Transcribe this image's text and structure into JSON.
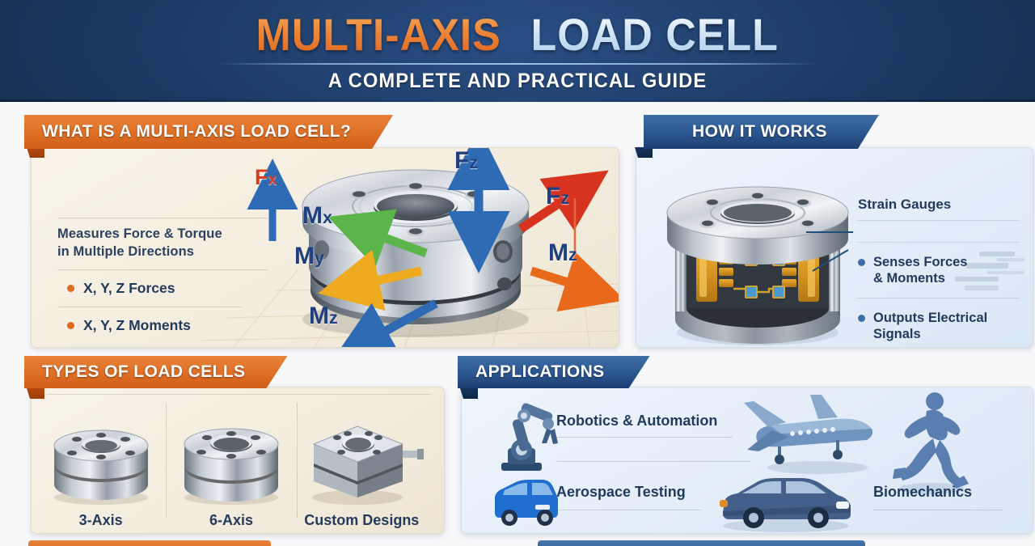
{
  "header": {
    "title_part1": "MULTI-AXIS",
    "title_part2": "LOAD CELL",
    "subtitle": "A COMPLETE AND PRACTICAL GUIDE",
    "colors": {
      "bg_dark": "#15294a",
      "orange": "#e0621e",
      "light_blue": "#a9cce9"
    }
  },
  "panel_what": {
    "banner": "WHAT IS A MULTI-AXIS LOAD CELL?",
    "lead_line1": "Measures Force & Torque",
    "lead_line2": "in Multiple Directions",
    "bullets": [
      {
        "label": "X, Y, Z Forces"
      },
      {
        "label": "X, Y, Z Moments"
      }
    ],
    "force_labels": [
      {
        "text": "Fx",
        "color": "#d93a20"
      },
      {
        "text": "Fz",
        "color": "#1f3f80"
      },
      {
        "text": "Fz",
        "color": "#1f3f80"
      },
      {
        "text": "Mx",
        "color": "#1f3f80"
      },
      {
        "text": "My",
        "color": "#1f3f80"
      },
      {
        "text": "Mz",
        "color": "#1f3f80"
      },
      {
        "text": "Mz",
        "color": "#1f3f80"
      }
    ],
    "arrow_colors": {
      "fz_up": "#2f6bb5",
      "fz_diag": "#d8331f",
      "mx": "#5cb54a",
      "my": "#efab20",
      "mz_right": "#e8681c",
      "mz_down": "#2f6bb5"
    }
  },
  "panel_how": {
    "banner": "HOW IT WORKS",
    "callout": "Strain Gauges",
    "bullets": [
      {
        "line1": "Senses Forces",
        "line2": "& Moments"
      },
      {
        "line1": "Outputs Electrical",
        "line2": "Signals"
      }
    ]
  },
  "panel_types": {
    "banner": "TYPES OF LOAD CELLS",
    "types": [
      {
        "label": "3-Axis",
        "shape": "round"
      },
      {
        "label": "6-Axis",
        "shape": "round"
      },
      {
        "label": "Custom Designs",
        "shape": "square"
      }
    ]
  },
  "panel_apps": {
    "banner": "APPLICATIONS",
    "items": [
      {
        "label": "Robotics & Automation",
        "icon": "robot-arm-icon"
      },
      {
        "label": "Aerospace Testing",
        "icon": "car-icon"
      },
      {
        "label": "Biomechanics",
        "icon": "runner-icon"
      }
    ],
    "extra_icons": [
      "airplane-icon",
      "sedan-car-icon"
    ]
  }
}
